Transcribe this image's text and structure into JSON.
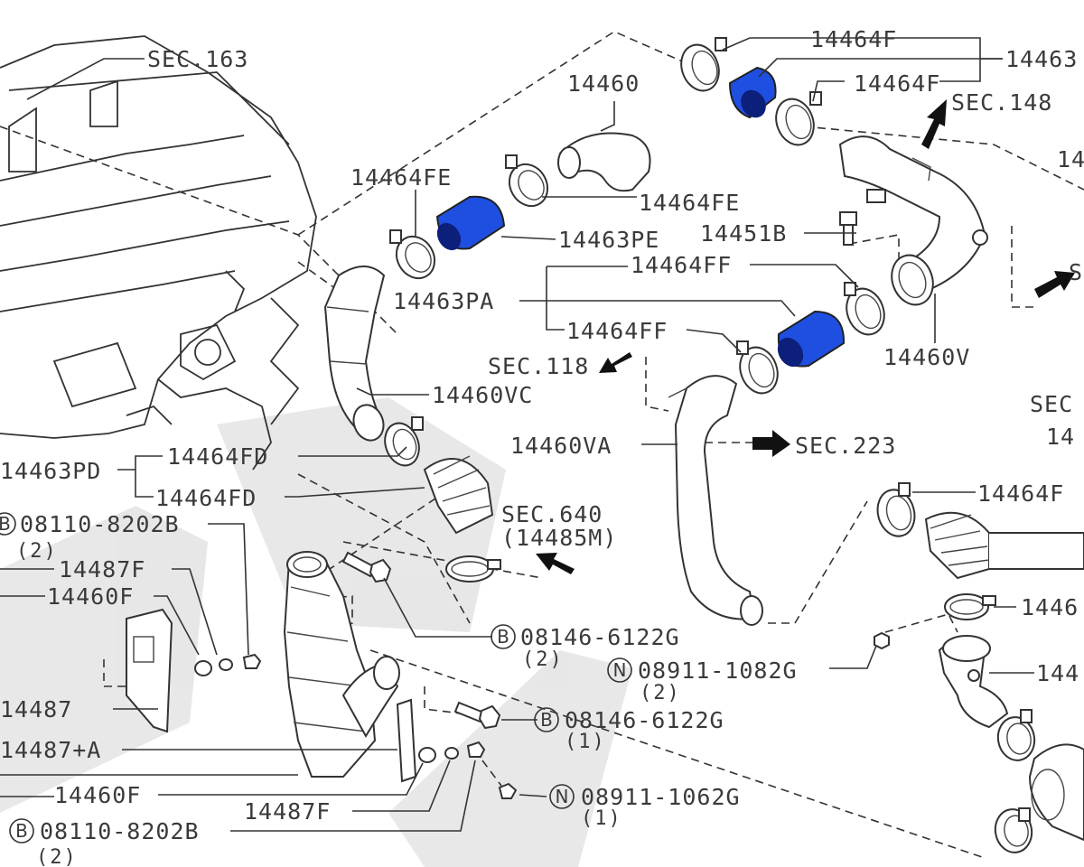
{
  "labels": {
    "sec163": "SEC.163",
    "p14464f_a": "14464F",
    "p14463_top": "14463",
    "p14464f_b": "14464F",
    "p14460": "14460",
    "sec148": "SEC.148",
    "p14_right": "14",
    "p14464fe_a": "14464FE",
    "p14464fe_b": "14464FE",
    "p14463pe": "14463PE",
    "p14451b": "14451B",
    "p14464ff_a": "14464FF",
    "s_right": "S",
    "p14463pa": "14463PA",
    "p14464ff_b": "14464FF",
    "p14460v": "14460V",
    "sec118": "SEC.118",
    "p14460vc": "14460VC",
    "sec_right": "SEC",
    "p14_right2": "14",
    "p14460va": "14460VA",
    "sec223": "SEC.223",
    "p14464fd_a": "14464FD",
    "p14463pd": "14463PD",
    "p14464fd_b": "14464FD",
    "p14464f_c": "14464F",
    "sec640": "SEC.640",
    "p14485m": "(14485M)",
    "bolt1": "08110-8202B",
    "qty_a": "(2)",
    "p14487f_a": "14487F",
    "p14460f_a": "14460F",
    "p1446_right": "1446",
    "bolt2": "08146-6122G",
    "qty_b": "(2)",
    "nut1": "08911-1082G",
    "qty_c": "(2)",
    "p144_right": "144",
    "p14487": "14487",
    "bolt3": "08146-6122G",
    "qty_d": "(1)",
    "p14487a": "14487+A",
    "p14460f_b": "14460F",
    "nut2": "08911-1062G",
    "qty_e": "(1)",
    "p14487f_b": "14487F",
    "bolt4": "08110-8202B",
    "qty_f": "(2)"
  },
  "symbols": {
    "bolt": "B",
    "nut": "N"
  },
  "colors": {
    "hose_highlight": "#1f4fe0",
    "hose_inner": "#0c1f7a",
    "line": "#333333",
    "text": "#3a3a3a"
  }
}
